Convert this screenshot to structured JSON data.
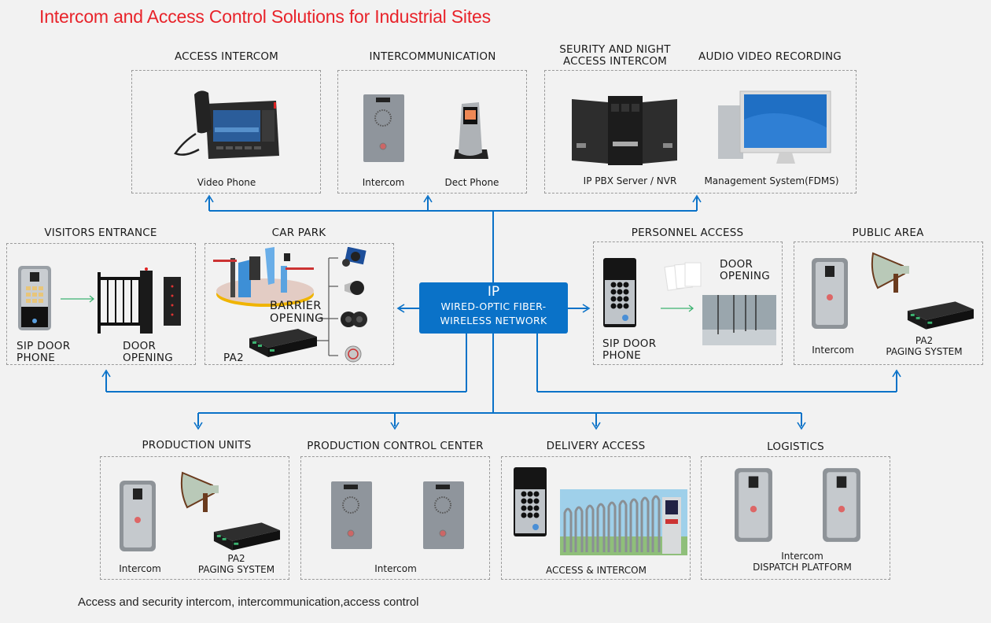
{
  "title": "Intercom and Access Control Solutions for Industrial Sites",
  "caption": "Access and security intercom, intercommunication,access control",
  "colors": {
    "title": "#e8232a",
    "network_blue": "#0a72c8",
    "flow_arrow": "#3cb371",
    "box_border": "#9a9a9a",
    "background": "#f2f2f2"
  },
  "network": {
    "line1": "IP",
    "line2": "WIRED-OPTIC FIBER-",
    "line3": "WIRELESS NETWORK"
  },
  "sections": {
    "access_intercom": {
      "title": "ACCESS INTERCOM",
      "items": [
        "Video Phone"
      ]
    },
    "intercommunication": {
      "title": "INTERCOMMUNICATION",
      "items": [
        "Intercom",
        "Dect Phone"
      ]
    },
    "security_night": {
      "title_line1": "SEURITY AND NIGHT",
      "title_line2": "ACCESS INTERCOM",
      "items": [
        "IP PBX Server / NVR"
      ]
    },
    "audio_video": {
      "title": "AUDIO VIDEO RECORDING",
      "items": [
        "Management System(FDMS)"
      ]
    },
    "visitors_entrance": {
      "title": "VISITORS ENTRANCE",
      "item1_line1": "SIP DOOR",
      "item1_line2": "PHONE",
      "item2_line1": "DOOR",
      "item2_line2": "OPENING"
    },
    "car_park": {
      "title": "CAR PARK",
      "barrier_line1": "BARRIER",
      "barrier_line2": "OPENING",
      "pa": "PA2"
    },
    "personnel_access": {
      "title": "PERSONNEL ACCESS",
      "item1_line1": "SIP DOOR",
      "item1_line2": "PHONE",
      "item2_line1": "DOOR",
      "item2_line2": "OPENING"
    },
    "public_area": {
      "title": "PUBLIC AREA",
      "item1": "Intercom",
      "item2_line1": "PA2",
      "item2_line2": "PAGING SYSTEM"
    },
    "production_units": {
      "title": "PRODUCTION UNITS",
      "item1": "Intercom",
      "item2_line1": "PA2",
      "item2_line2": "PAGING SYSTEM"
    },
    "production_control": {
      "title": "PRODUCTION CONTROL CENTER",
      "item1": "Intercom"
    },
    "delivery_access": {
      "title": "DELIVERY ACCESS",
      "item1": "ACCESS & INTERCOM"
    },
    "logistics": {
      "title": "LOGISTICS",
      "item1_line1": "Intercom",
      "item1_line2": "DISPATCH PLATFORM"
    }
  }
}
